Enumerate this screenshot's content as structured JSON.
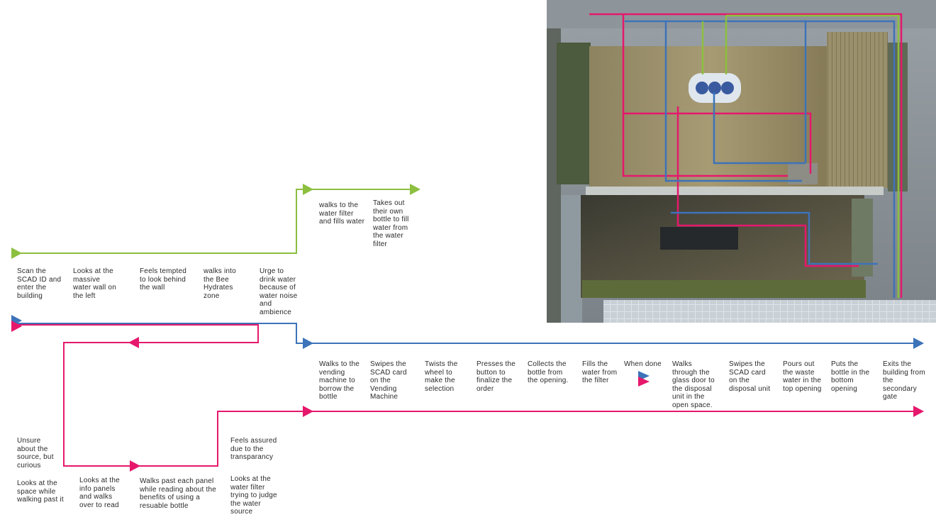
{
  "colors": {
    "green": "#8cbf3f",
    "blue": "#3d73b9",
    "pink": "#e5186c"
  },
  "green_path": {
    "steps": [
      "Scan the SCAD ID and enter the building",
      "Looks at the massive water wall on the left",
      "Feels tempted to look behind the wall",
      "walks into the Bee Hydrates zone",
      "Urge to drink water because of water noise and ambience",
      "walks to the water filter and fills water",
      "Takes out their own bottle to fill water  from the water filter"
    ]
  },
  "blue_path": {
    "steps": [
      "Walks to the vending machine to borrow the bottle",
      "Swipes the SCAD card on the Vending Machine",
      "Twists the wheel to make the selection",
      "Presses the button to finalize the order",
      "Collects the bottle from the opening.",
      "Fills the water from the filter",
      "When done",
      "Walks through the glass door to the disposal unit in the open space.",
      "Swipes the SCAD card on the disposal unit",
      "Pours out the waste water in the top opening",
      "Puts the bottle in the bottom opening",
      "Exits the building from the secondary gate"
    ]
  },
  "pink_path": {
    "steps": [
      "Unsure about the source, but curious",
      "Looks at the space while walking past it",
      "Looks at the info panels and walks over to read",
      "Walks past each panel while reading about the benefits of using a resuable bottle",
      "Feels assured due to the transparancy",
      "Looks at the water filter trying to judge the water source"
    ]
  },
  "render": {
    "icon": "building-section-render-icon"
  }
}
